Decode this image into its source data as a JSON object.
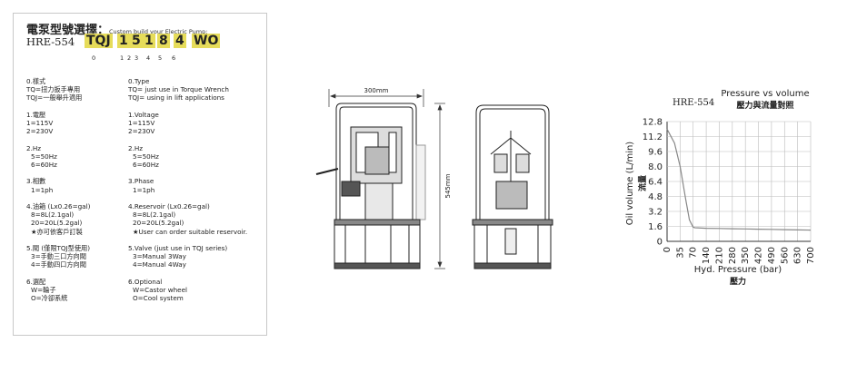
{
  "selector": {
    "title": "電泵型號選擇：",
    "title_en": "Custom build your Electric Pump:",
    "model": "HRE-554",
    "codes": [
      "TQJ",
      "1",
      "5",
      "1",
      "8",
      "4",
      "WO"
    ],
    "indexes": [
      "0",
      "1",
      "2",
      "3",
      "4",
      "5",
      "6"
    ]
  },
  "options_zh": [
    {
      "head": "0.樣式",
      "lines": [
        "TQ=扭力扳手專用",
        "TQJ=一般舉升適用"
      ]
    },
    {
      "head": "1.電壓",
      "lines": [
        "1=115V",
        "2=230V"
      ]
    },
    {
      "head": "2.Hz",
      "lines": [
        "5=50Hz",
        "6=60Hz"
      ]
    },
    {
      "head": "3.相數",
      "lines": [
        "1=1ph"
      ]
    },
    {
      "head": "4.油箱 (Lx0.26=gal)",
      "lines": [
        "8=8L(2.1gal)",
        "20=20L(5.2gal)",
        "★亦可依客戶訂製"
      ]
    },
    {
      "head": "5.閥 (僅限TQJ型使用)",
      "lines": [
        "3=手動三口方向閥",
        "4=手動四口方向閥"
      ]
    },
    {
      "head": "6.選配",
      "lines": [
        "W=輪子",
        "O=冷卻系統"
      ]
    }
  ],
  "options_en": [
    {
      "head": "0.Type",
      "lines": [
        "TQ= just use in Torque Wrench",
        "TQJ= using in lift applications"
      ]
    },
    {
      "head": "1.Voltage",
      "lines": [
        "1=115V",
        "2=230V"
      ]
    },
    {
      "head": "2.Hz",
      "lines": [
        "5=50Hz",
        "6=60Hz"
      ]
    },
    {
      "head": "3.Phase",
      "lines": [
        "1=1ph"
      ]
    },
    {
      "head": "4.Reservoir (Lx0.26=gal)",
      "lines": [
        "8=8L(2.1gal)",
        "20=20L(5.2gal)",
        "★User can order suitable reservoir."
      ]
    },
    {
      "head": "5.Valve (just use in TQJ series)",
      "lines": [
        "3=Manual 3Way",
        "4=Manual 4Way"
      ]
    },
    {
      "head": "6.Optional",
      "lines": [
        "W=Castor wheel",
        "O=Cool system"
      ]
    }
  ],
  "drawing": {
    "width_label": "300mm",
    "height_label": "545mm"
  },
  "chart_data": {
    "type": "line",
    "model_label": "HRE-554",
    "title": "Pressure vs volume",
    "title_zh": "壓力與流量對照",
    "xlabel": "Hyd. Pressure (bar)",
    "xlabel_zh": "壓力",
    "ylabel": "Oil volume (L/min)",
    "ylabel_zh": "流量",
    "x_ticks": [
      "0",
      "35",
      "70",
      "140",
      "210",
      "280",
      "350",
      "420",
      "490",
      "560",
      "630",
      "700"
    ],
    "y_ticks": [
      "0",
      "1.6",
      "3.2",
      "4.8",
      "6.4",
      "8.0",
      "9.6",
      "11.2",
      "12.8"
    ],
    "xlim": [
      0,
      700
    ],
    "ylim": [
      0,
      12.8
    ],
    "grid": true,
    "series": [
      {
        "x": [
          0,
          20,
          35,
          50,
          60,
          70,
          80,
          140,
          210,
          280,
          350,
          420,
          490,
          560,
          630,
          700
        ],
        "y": [
          12.0,
          10.5,
          8.0,
          4.5,
          2.3,
          1.5,
          1.45,
          1.4,
          1.38,
          1.35,
          1.33,
          1.3,
          1.28,
          1.25,
          1.22,
          1.2
        ]
      }
    ]
  }
}
